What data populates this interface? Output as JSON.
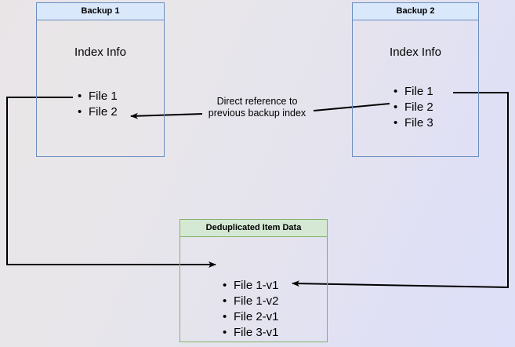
{
  "diagram": {
    "title_hidden": "",
    "background": {
      "gradient_from": "#e9e5e7",
      "gradient_to": "#dde0f8"
    },
    "colors": {
      "backup_border": "#6c8ebf",
      "backup_header_fill": "#dae8fc",
      "dedup_border": "#82b366",
      "dedup_header_fill": "#d5e8d4",
      "edge_stroke": "#000000"
    },
    "nodes": [
      {
        "id": "backup1",
        "header": "Backup 1",
        "subtitle": "Index Info",
        "items": [
          "File 1",
          "File 2"
        ]
      },
      {
        "id": "backup2",
        "header": "Backup 2",
        "subtitle": "Index Info",
        "items": [
          "File 1",
          "File 2",
          "File 3"
        ]
      },
      {
        "id": "dedup",
        "header": "Deduplicated Item Data",
        "items": [
          "File 1-v1",
          "File 1-v2",
          "File 2-v1",
          "File 3-v1"
        ]
      }
    ],
    "edge_labels": [
      {
        "id": "direct-reference",
        "line1": "Direct reference to",
        "line2": "previous backup index"
      }
    ]
  }
}
